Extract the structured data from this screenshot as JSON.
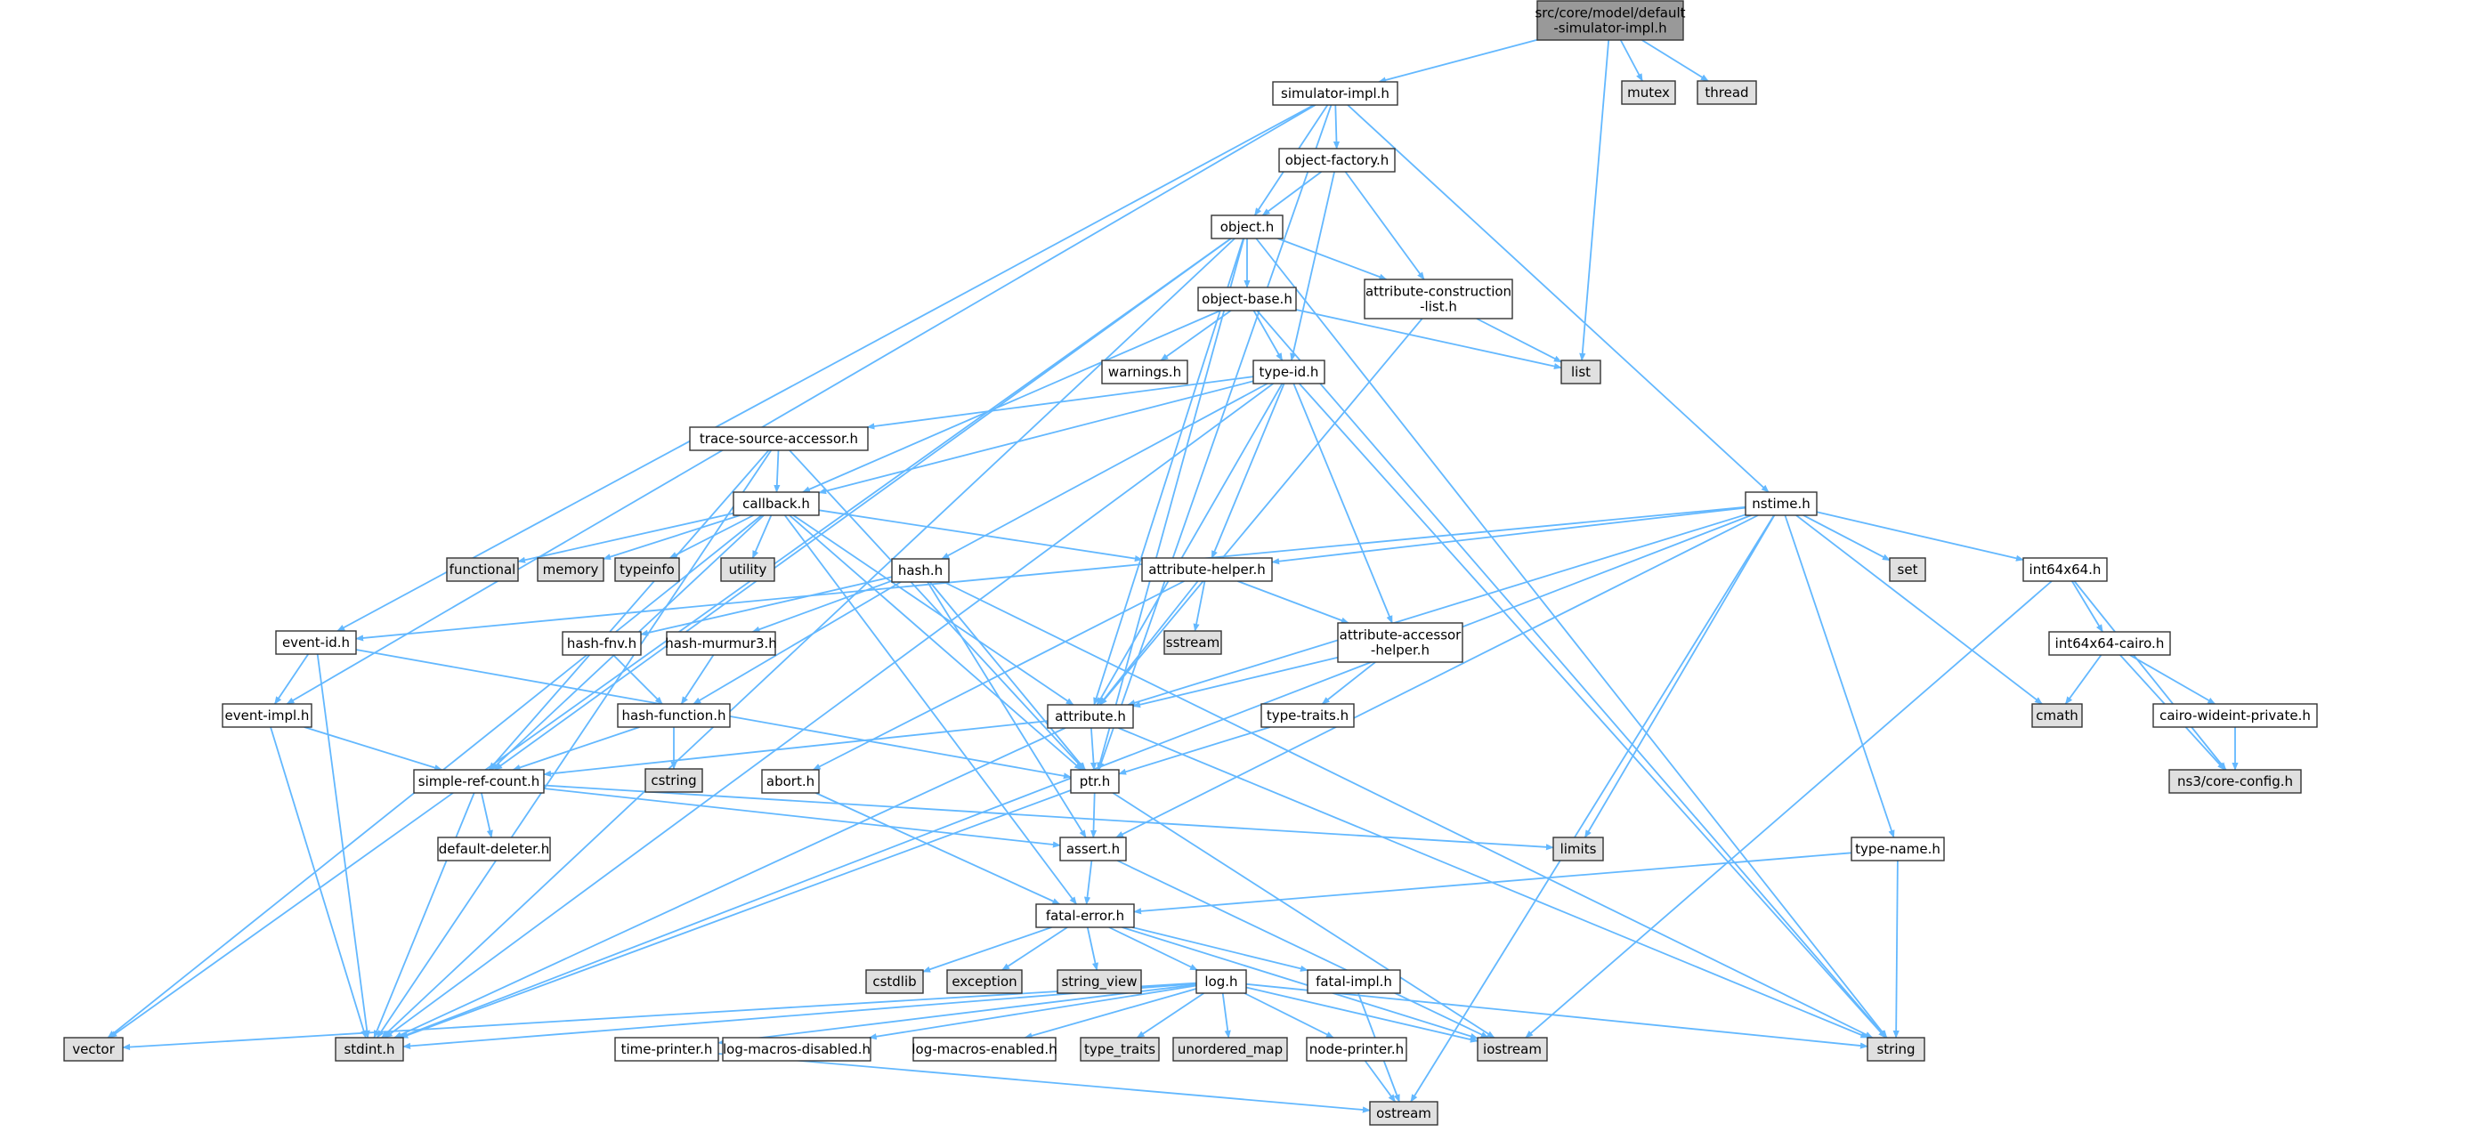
{
  "diagram": {
    "title": "",
    "colors": {
      "edge": "#63b8ff",
      "root_fill": "#999999",
      "file_fill": "#ffffff",
      "system_fill": "#e0e0e0",
      "border": "#333333"
    },
    "nodes": [
      {
        "id": "root",
        "label": "src/core/model/default\n-simulator-impl.h",
        "kind": "root"
      },
      {
        "id": "mutex",
        "label": "mutex",
        "kind": "system"
      },
      {
        "id": "thread",
        "label": "thread",
        "kind": "system"
      },
      {
        "id": "simulator-impl",
        "label": "simulator-impl.h",
        "kind": "file"
      },
      {
        "id": "object-factory",
        "label": "object-factory.h",
        "kind": "file"
      },
      {
        "id": "object",
        "label": "object.h",
        "kind": "file"
      },
      {
        "id": "object-base",
        "label": "object-base.h",
        "kind": "file"
      },
      {
        "id": "attribute-construction-list",
        "label": "attribute-construction\n-list.h",
        "kind": "file"
      },
      {
        "id": "list",
        "label": "list",
        "kind": "system"
      },
      {
        "id": "warnings",
        "label": "warnings.h",
        "kind": "file"
      },
      {
        "id": "type-id",
        "label": "type-id.h",
        "kind": "file"
      },
      {
        "id": "trace-source-accessor",
        "label": "trace-source-accessor.h",
        "kind": "file"
      },
      {
        "id": "callback",
        "label": "callback.h",
        "kind": "file"
      },
      {
        "id": "functional",
        "label": "functional",
        "kind": "system"
      },
      {
        "id": "memory",
        "label": "memory",
        "kind": "system"
      },
      {
        "id": "typeinfo",
        "label": "typeinfo",
        "kind": "system"
      },
      {
        "id": "utility",
        "label": "utility",
        "kind": "system"
      },
      {
        "id": "hash",
        "label": "hash.h",
        "kind": "file"
      },
      {
        "id": "attribute-helper",
        "label": "attribute-helper.h",
        "kind": "file"
      },
      {
        "id": "sstream",
        "label": "sstream",
        "kind": "system"
      },
      {
        "id": "attribute-accessor-helper",
        "label": "attribute-accessor\n-helper.h",
        "kind": "file"
      },
      {
        "id": "nstime",
        "label": "nstime.h",
        "kind": "file"
      },
      {
        "id": "set",
        "label": "set",
        "kind": "system"
      },
      {
        "id": "int64x64",
        "label": "int64x64.h",
        "kind": "file"
      },
      {
        "id": "int64x64-cairo",
        "label": "int64x64-cairo.h",
        "kind": "file"
      },
      {
        "id": "cmath",
        "label": "cmath",
        "kind": "system"
      },
      {
        "id": "cairo-wideint-private",
        "label": "cairo-wideint-private.h",
        "kind": "file"
      },
      {
        "id": "core-config",
        "label": "ns3/core-config.h",
        "kind": "system"
      },
      {
        "id": "event-id",
        "label": "event-id.h",
        "kind": "file"
      },
      {
        "id": "hash-fnv",
        "label": "hash-fnv.h",
        "kind": "file"
      },
      {
        "id": "hash-murmur3",
        "label": "hash-murmur3.h",
        "kind": "file"
      },
      {
        "id": "hash-function",
        "label": "hash-function.h",
        "kind": "file"
      },
      {
        "id": "event-impl",
        "label": "event-impl.h",
        "kind": "file"
      },
      {
        "id": "cstring",
        "label": "cstring",
        "kind": "system"
      },
      {
        "id": "attribute",
        "label": "attribute.h",
        "kind": "file"
      },
      {
        "id": "type-traits",
        "label": "type-traits.h",
        "kind": "file"
      },
      {
        "id": "simple-ref-count",
        "label": "simple-ref-count.h",
        "kind": "file"
      },
      {
        "id": "abort",
        "label": "abort.h",
        "kind": "file"
      },
      {
        "id": "ptr",
        "label": "ptr.h",
        "kind": "file"
      },
      {
        "id": "default-deleter",
        "label": "default-deleter.h",
        "kind": "file"
      },
      {
        "id": "limits",
        "label": "limits",
        "kind": "system"
      },
      {
        "id": "assert",
        "label": "assert.h",
        "kind": "file"
      },
      {
        "id": "type-name",
        "label": "type-name.h",
        "kind": "file"
      },
      {
        "id": "fatal-error",
        "label": "fatal-error.h",
        "kind": "file"
      },
      {
        "id": "cstdlib",
        "label": "cstdlib",
        "kind": "system"
      },
      {
        "id": "exception",
        "label": "exception",
        "kind": "system"
      },
      {
        "id": "string_view",
        "label": "string_view",
        "kind": "system"
      },
      {
        "id": "log",
        "label": "log.h",
        "kind": "file"
      },
      {
        "id": "fatal-impl",
        "label": "fatal-impl.h",
        "kind": "file"
      },
      {
        "id": "vector",
        "label": "vector",
        "kind": "system"
      },
      {
        "id": "stdint",
        "label": "stdint.h",
        "kind": "system"
      },
      {
        "id": "time-printer",
        "label": "time-printer.h",
        "kind": "file"
      },
      {
        "id": "log-macros-disabled",
        "label": "log-macros-disabled.h",
        "kind": "file"
      },
      {
        "id": "log-macros-enabled",
        "label": "log-macros-enabled.h",
        "kind": "file"
      },
      {
        "id": "type_traits",
        "label": "type_traits",
        "kind": "system"
      },
      {
        "id": "unordered_map",
        "label": "unordered_map",
        "kind": "system"
      },
      {
        "id": "node-printer",
        "label": "node-printer.h",
        "kind": "file"
      },
      {
        "id": "iostream",
        "label": "iostream",
        "kind": "system"
      },
      {
        "id": "string",
        "label": "string",
        "kind": "system"
      },
      {
        "id": "ostream",
        "label": "ostream",
        "kind": "system"
      }
    ],
    "edges": [
      [
        "root",
        "simulator-impl"
      ],
      [
        "root",
        "list"
      ],
      [
        "root",
        "mutex"
      ],
      [
        "root",
        "thread"
      ],
      [
        "simulator-impl",
        "object-factory"
      ],
      [
        "simulator-impl",
        "object"
      ],
      [
        "simulator-impl",
        "event-id"
      ],
      [
        "simulator-impl",
        "event-impl"
      ],
      [
        "simulator-impl",
        "nstime"
      ],
      [
        "simulator-impl",
        "ptr"
      ],
      [
        "object-factory",
        "object"
      ],
      [
        "object-factory",
        "attribute-construction-list"
      ],
      [
        "object-factory",
        "type-id"
      ],
      [
        "object",
        "object-base"
      ],
      [
        "object",
        "attribute-construction-list"
      ],
      [
        "object",
        "attribute"
      ],
      [
        "object",
        "ptr"
      ],
      [
        "object",
        "simple-ref-count"
      ],
      [
        "object",
        "stdint"
      ],
      [
        "object",
        "vector"
      ],
      [
        "object",
        "string"
      ],
      [
        "object-base",
        "warnings"
      ],
      [
        "object-base",
        "type-id"
      ],
      [
        "object-base",
        "callback"
      ],
      [
        "object-base",
        "list"
      ],
      [
        "object-base",
        "string"
      ],
      [
        "attribute-construction-list",
        "list"
      ],
      [
        "attribute-construction-list",
        "attribute"
      ],
      [
        "type-id",
        "trace-source-accessor"
      ],
      [
        "type-id",
        "callback"
      ],
      [
        "type-id",
        "hash"
      ],
      [
        "type-id",
        "attribute-helper"
      ],
      [
        "type-id",
        "attribute-accessor-helper"
      ],
      [
        "type-id",
        "attribute"
      ],
      [
        "type-id",
        "stdint"
      ],
      [
        "type-id",
        "string"
      ],
      [
        "trace-source-accessor",
        "callback"
      ],
      [
        "trace-source-accessor",
        "simple-ref-count"
      ],
      [
        "trace-source-accessor",
        "ptr"
      ],
      [
        "trace-source-accessor",
        "stdint"
      ],
      [
        "callback",
        "functional"
      ],
      [
        "callback",
        "memory"
      ],
      [
        "callback",
        "typeinfo"
      ],
      [
        "callback",
        "utility"
      ],
      [
        "callback",
        "vector"
      ],
      [
        "callback",
        "attribute-helper"
      ],
      [
        "callback",
        "attribute"
      ],
      [
        "callback",
        "ptr"
      ],
      [
        "callback",
        "simple-ref-count"
      ],
      [
        "callback",
        "fatal-error"
      ],
      [
        "hash",
        "hash-fnv"
      ],
      [
        "hash",
        "hash-murmur3"
      ],
      [
        "hash",
        "hash-function"
      ],
      [
        "hash",
        "ptr"
      ],
      [
        "hash",
        "assert"
      ],
      [
        "hash",
        "string"
      ],
      [
        "attribute-helper",
        "sstream"
      ],
      [
        "attribute-helper",
        "attribute-accessor-helper"
      ],
      [
        "attribute-helper",
        "attribute"
      ],
      [
        "attribute-helper",
        "abort"
      ],
      [
        "attribute-accessor-helper",
        "attribute"
      ],
      [
        "attribute-accessor-helper",
        "type-traits"
      ],
      [
        "nstime",
        "set"
      ],
      [
        "nstime",
        "int64x64"
      ],
      [
        "nstime",
        "cmath"
      ],
      [
        "nstime",
        "attribute-helper"
      ],
      [
        "nstime",
        "event-id"
      ],
      [
        "nstime",
        "attribute"
      ],
      [
        "nstime",
        "type-name"
      ],
      [
        "nstime",
        "limits"
      ],
      [
        "nstime",
        "assert"
      ],
      [
        "nstime",
        "stdint"
      ],
      [
        "nstime",
        "ostream"
      ],
      [
        "int64x64",
        "int64x64-cairo"
      ],
      [
        "int64x64",
        "core-config"
      ],
      [
        "int64x64",
        "iostream"
      ],
      [
        "int64x64-cairo",
        "cmath"
      ],
      [
        "int64x64-cairo",
        "cairo-wideint-private"
      ],
      [
        "int64x64-cairo",
        "core-config"
      ],
      [
        "cairo-wideint-private",
        "core-config"
      ],
      [
        "event-id",
        "event-impl"
      ],
      [
        "event-id",
        "ptr"
      ],
      [
        "event-id",
        "stdint"
      ],
      [
        "hash-fnv",
        "hash-function"
      ],
      [
        "hash-murmur3",
        "hash-function"
      ],
      [
        "hash-function",
        "cstring"
      ],
      [
        "hash-function",
        "simple-ref-count"
      ],
      [
        "event-impl",
        "simple-ref-count"
      ],
      [
        "event-impl",
        "stdint"
      ],
      [
        "attribute",
        "ptr"
      ],
      [
        "attribute",
        "simple-ref-count"
      ],
      [
        "attribute",
        "string"
      ],
      [
        "attribute",
        "stdint"
      ],
      [
        "type-traits",
        "ptr"
      ],
      [
        "simple-ref-count",
        "default-deleter"
      ],
      [
        "simple-ref-count",
        "assert"
      ],
      [
        "simple-ref-count",
        "limits"
      ],
      [
        "simple-ref-count",
        "stdint"
      ],
      [
        "abort",
        "fatal-error"
      ],
      [
        "ptr",
        "assert"
      ],
      [
        "ptr",
        "iostream"
      ],
      [
        "ptr",
        "stdint"
      ],
      [
        "assert",
        "fatal-error"
      ],
      [
        "assert",
        "iostream"
      ],
      [
        "type-name",
        "fatal-error"
      ],
      [
        "type-name",
        "string"
      ],
      [
        "fatal-error",
        "cstdlib"
      ],
      [
        "fatal-error",
        "exception"
      ],
      [
        "fatal-error",
        "string_view"
      ],
      [
        "fatal-error",
        "log"
      ],
      [
        "fatal-error",
        "fatal-impl"
      ],
      [
        "fatal-error",
        "iostream"
      ],
      [
        "log",
        "vector"
      ],
      [
        "log",
        "stdint"
      ],
      [
        "log",
        "time-printer"
      ],
      [
        "log",
        "log-macros-disabled"
      ],
      [
        "log",
        "log-macros-enabled"
      ],
      [
        "log",
        "type_traits"
      ],
      [
        "log",
        "unordered_map"
      ],
      [
        "log",
        "node-printer"
      ],
      [
        "log",
        "iostream"
      ],
      [
        "log",
        "string"
      ],
      [
        "fatal-impl",
        "ostream"
      ],
      [
        "time-printer",
        "ostream"
      ],
      [
        "node-printer",
        "ostream"
      ]
    ]
  }
}
